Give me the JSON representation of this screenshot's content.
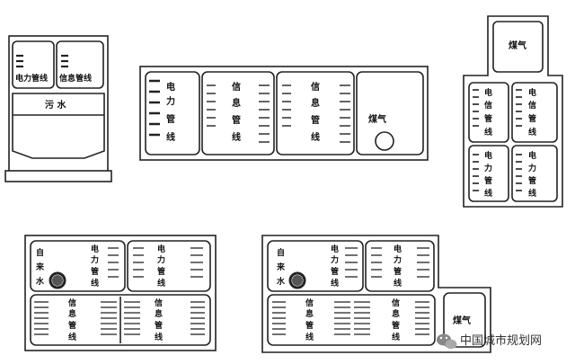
{
  "diagram": {
    "labels": {
      "power": "电力管线",
      "info": "信息管线",
      "sewage": "污 水",
      "gas": "煤气",
      "water": "自来水",
      "power_v": [
        "电",
        "力",
        "管",
        "线"
      ],
      "info_v": [
        "信",
        "息",
        "管",
        "线"
      ],
      "elec_info_v": [
        "电",
        "信",
        "管",
        "线"
      ],
      "water_v": [
        "自",
        "来",
        "水"
      ]
    },
    "watermark": "中国城市规划网"
  }
}
